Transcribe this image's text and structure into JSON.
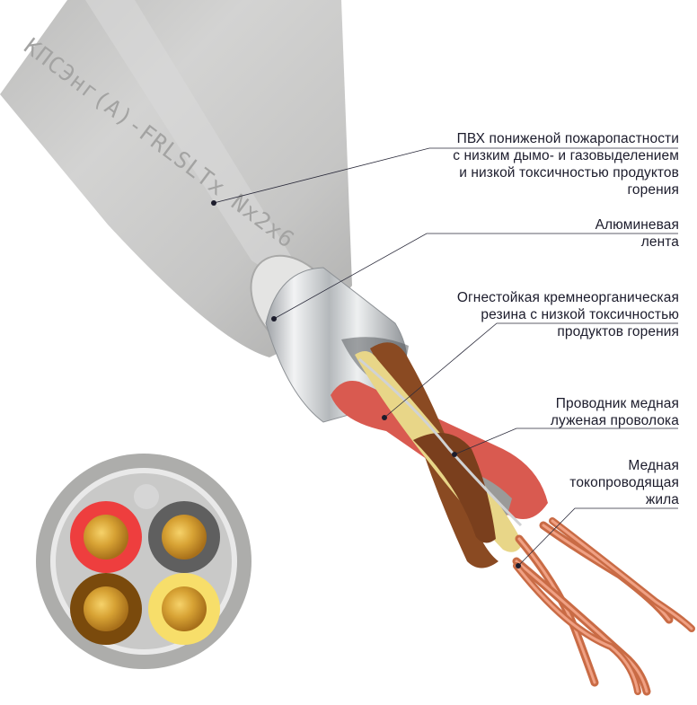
{
  "cable": {
    "marking": "КПСЭнг(А)-FRLSLTx Nx2x6",
    "sheath_color": "#c9c9c8",
    "foil_color": "#d6d8da",
    "copper_color": "#d9825c"
  },
  "labels": {
    "sheath": [
      "ПВХ пониженой пожаропастности",
      "с низким дымо- и газовыделением",
      "и низкой токсичностью продуктов",
      "горения"
    ],
    "tape": [
      "Алюминевая",
      "лента"
    ],
    "rubber": [
      "Огнестойкая кремнеорганическая",
      "резина с низкой токсичностью",
      "продуктов горения"
    ],
    "conductor": [
      "Проводник медная",
      "луженая проволока"
    ],
    "core": [
      "Медная",
      "токопроводящая",
      "жила"
    ]
  },
  "cross_section": {
    "cores": [
      {
        "position": "top-left",
        "insulation_color": "#ee3e3e"
      },
      {
        "position": "top-right",
        "insulation_color": "#5f5f5f"
      },
      {
        "position": "bottom-left",
        "insulation_color": "#7a4a0c"
      },
      {
        "position": "bottom-right",
        "insulation_color": "#f7de6a"
      }
    ]
  }
}
